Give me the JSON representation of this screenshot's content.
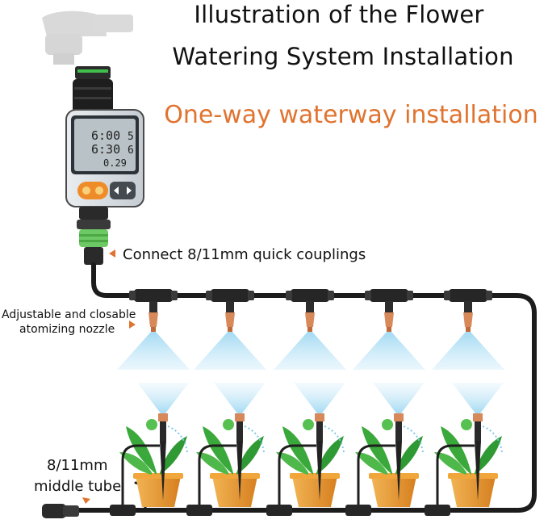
{
  "header": {
    "title_line1": "Illustration of the Flower",
    "title_line2": "Watering System Installation",
    "subtitle": "One-way waterway installation"
  },
  "labels": {
    "coupling": "Connect 8/11mm quick couplings",
    "nozzle_line1": "Adjustable and closable",
    "nozzle_line2": "atomizing nozzle",
    "tube_line1": "8/11mm",
    "tube_line2": "middle tube"
  },
  "timer_display": {
    "time1": "6:00",
    "time2": "6:30",
    "num1": "5",
    "num2": "6",
    "num3": "0.29"
  },
  "colors": {
    "accent": "#e0732f",
    "arrow": "#e0732f",
    "tube": "#1c1c1c",
    "spray": "#7ec8ea",
    "nozzle": "#d8895a",
    "coupling_green": "#6fcf6a",
    "pot": "#e8992e",
    "leaf": "#3aa83a"
  },
  "icons": [
    "faucet-icon",
    "water-timer-icon",
    "arrow-pointer-icon",
    "spray-nozzle-icon",
    "flower-pot-icon",
    "tube-end-cap-icon"
  ]
}
